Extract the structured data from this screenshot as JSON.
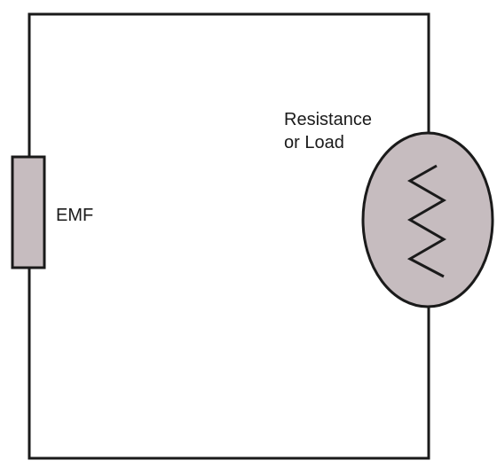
{
  "labels": {
    "emf": "EMF",
    "load_line1": "Resistance",
    "load_line2": "or Load"
  },
  "colors": {
    "wire": "#1a1a1a",
    "component_fill": "#c6bcbf",
    "background": "#ffffff"
  }
}
